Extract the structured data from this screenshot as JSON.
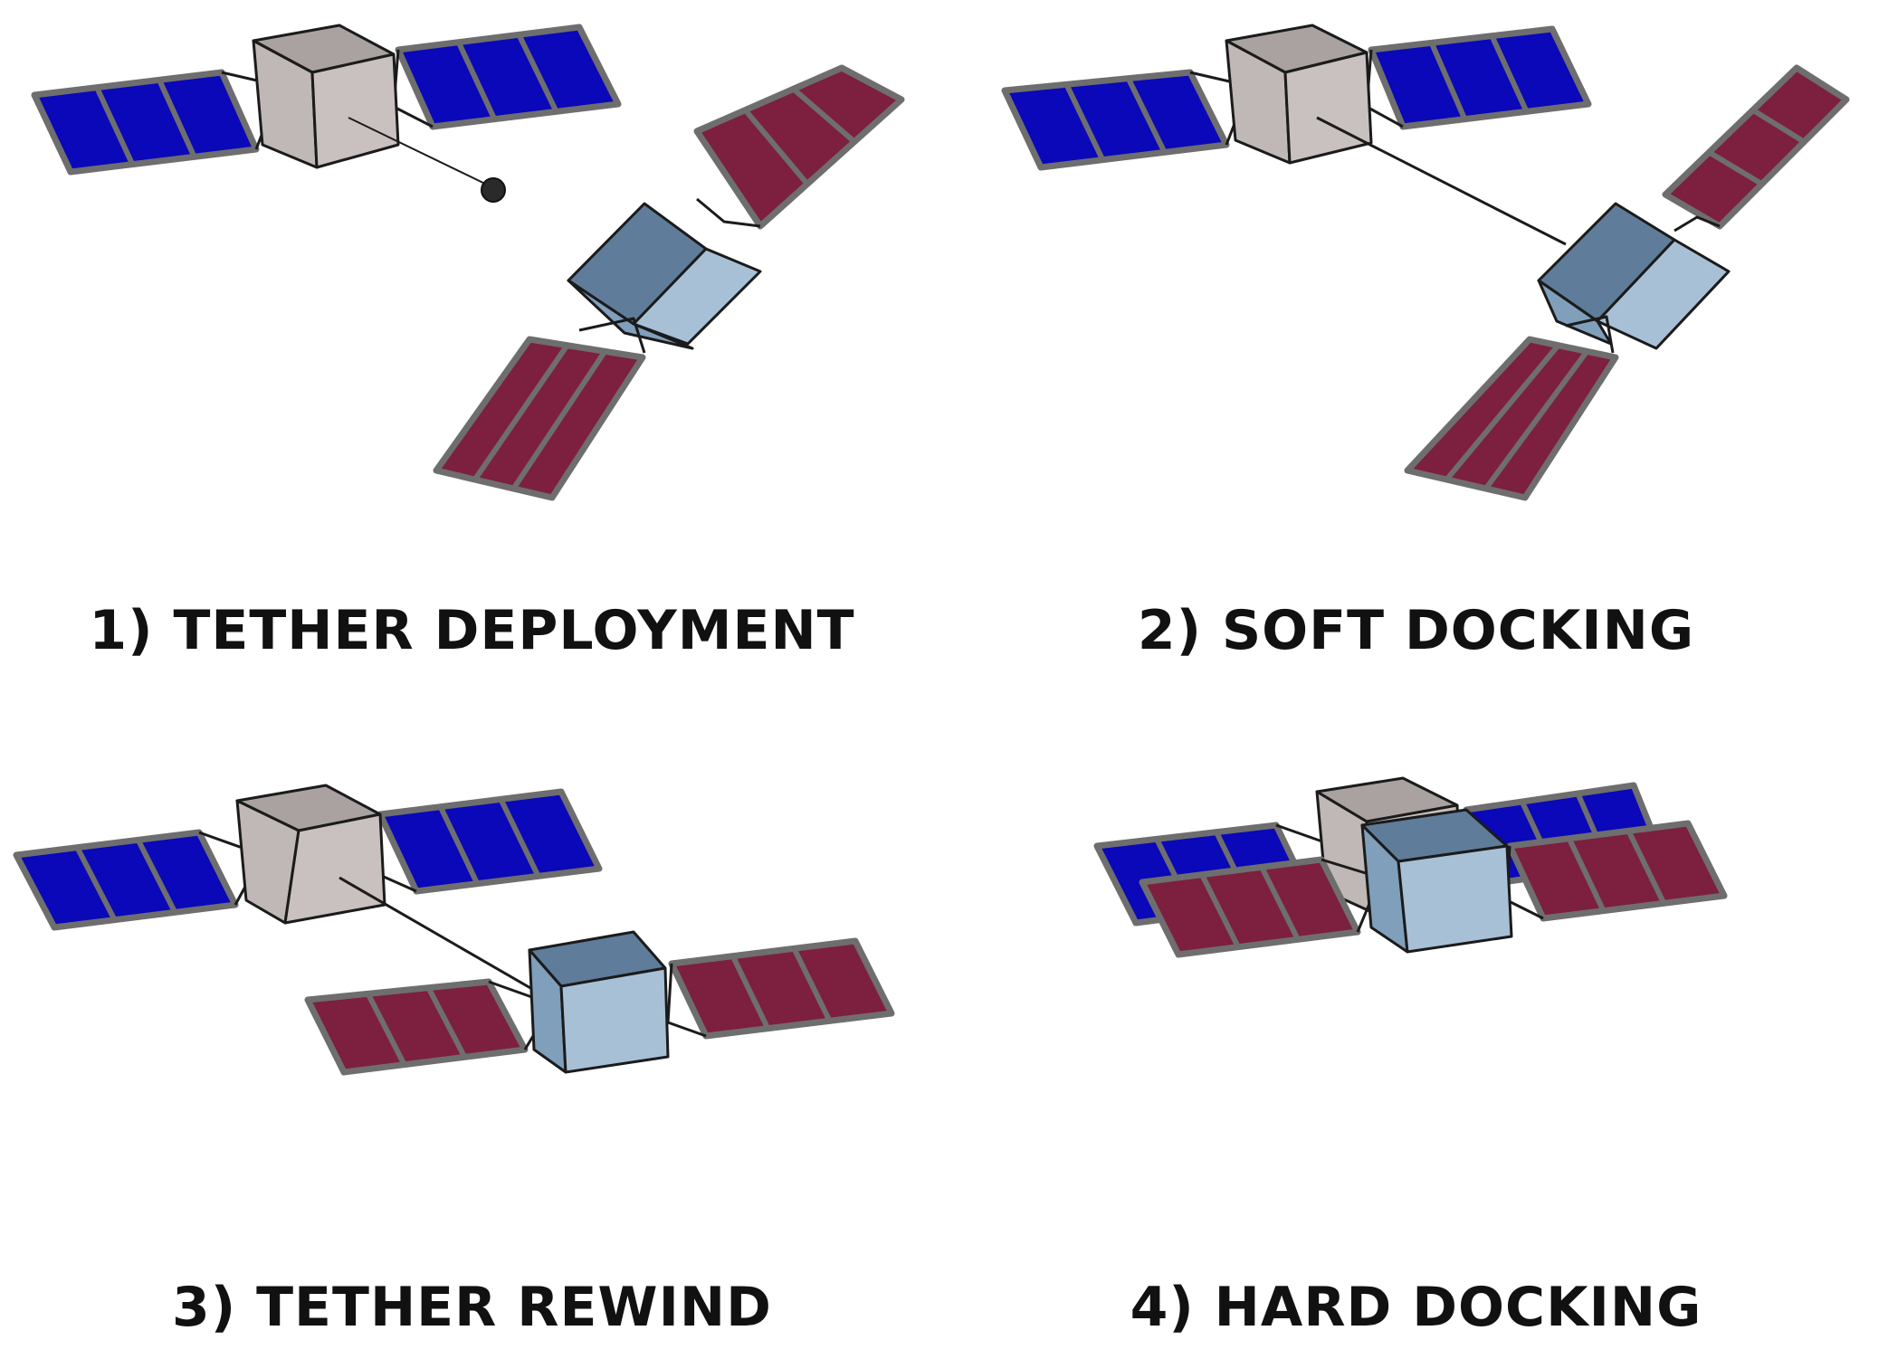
{
  "panels": [
    {
      "label": "1) TETHER DEPLOYMENT"
    },
    {
      "label": "2) SOFT DOCKING"
    },
    {
      "label": "3) TETHER REWIND"
    },
    {
      "label": "4) HARD DOCKING"
    }
  ],
  "colors": {
    "chaser_body": "#c9c2c0",
    "chaser_panel": "#0a08b8",
    "target_body": "#7f9fbb",
    "target_panel": "#7d1f3e",
    "panel_frame": "#6e6e6e",
    "outline": "#1b1b1b",
    "tether": "#1b1b1b"
  }
}
